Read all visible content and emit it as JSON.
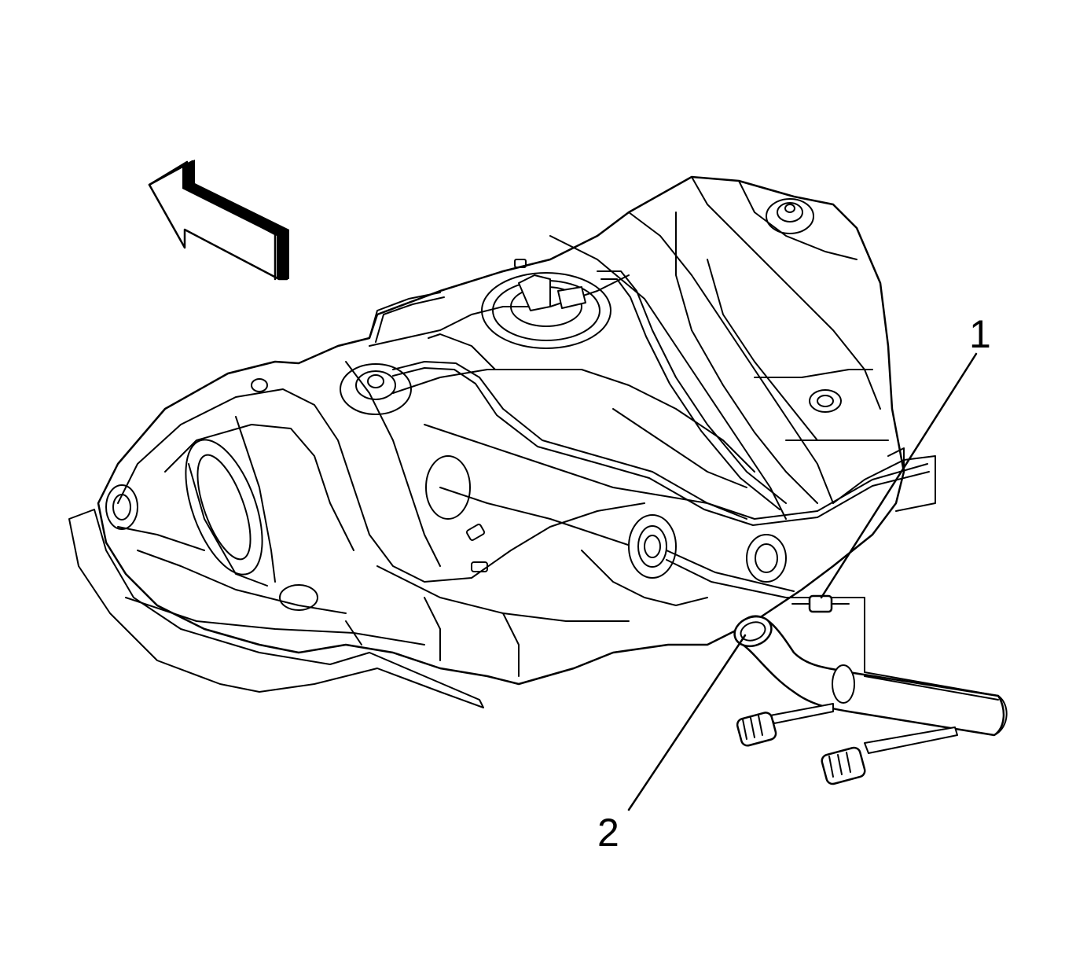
{
  "diagram": {
    "callouts": [
      {
        "id": "1",
        "label": "1"
      },
      {
        "id": "2",
        "label": "2"
      }
    ],
    "colors": {
      "line": "#000000",
      "background": "#ffffff",
      "arrow_band": "#000000"
    },
    "icons": {
      "direction": "front-direction-arrow-icon"
    }
  }
}
